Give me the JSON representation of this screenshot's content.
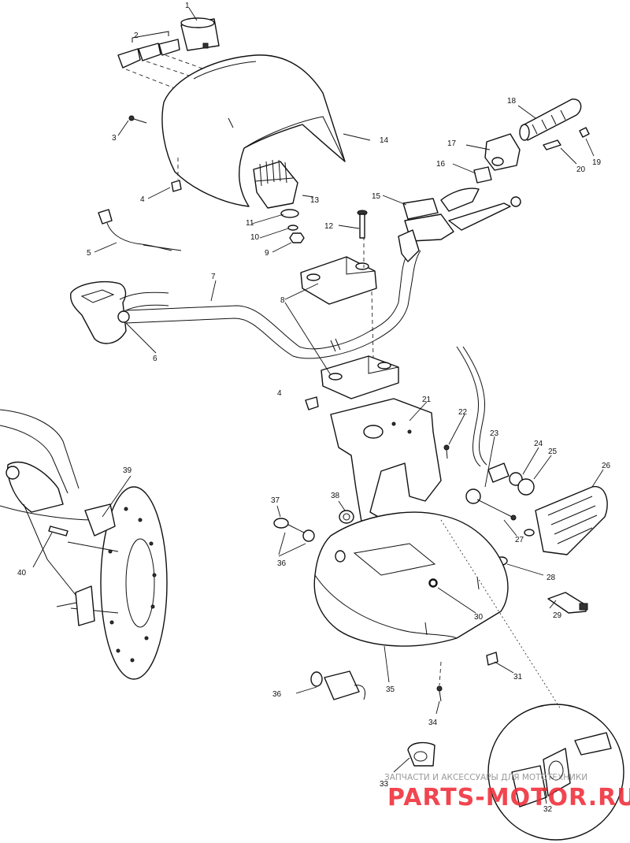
{
  "diagram": {
    "callouts": [
      "1",
      "2",
      "3",
      "4",
      "5",
      "6",
      "7",
      "8",
      "9",
      "10",
      "11",
      "12",
      "13",
      "14",
      "15",
      "16",
      "17",
      "18",
      "19",
      "20",
      "21",
      "22",
      "23",
      "24",
      "25",
      "26",
      "27",
      "28",
      "29",
      "30",
      "31",
      "32",
      "33",
      "34",
      "35",
      "36",
      "37",
      "38",
      "39",
      "40"
    ]
  },
  "watermark": {
    "caption": "ЗАПЧАСТИ И АКСЕССУАРЫ ДЛЯ МОТОТЕХНИКИ",
    "logo": "PARTS-MOTOR.RU"
  },
  "colors": {
    "line": "#111111",
    "watermark": "#ef2b37",
    "caption": "#9a9a9a"
  }
}
